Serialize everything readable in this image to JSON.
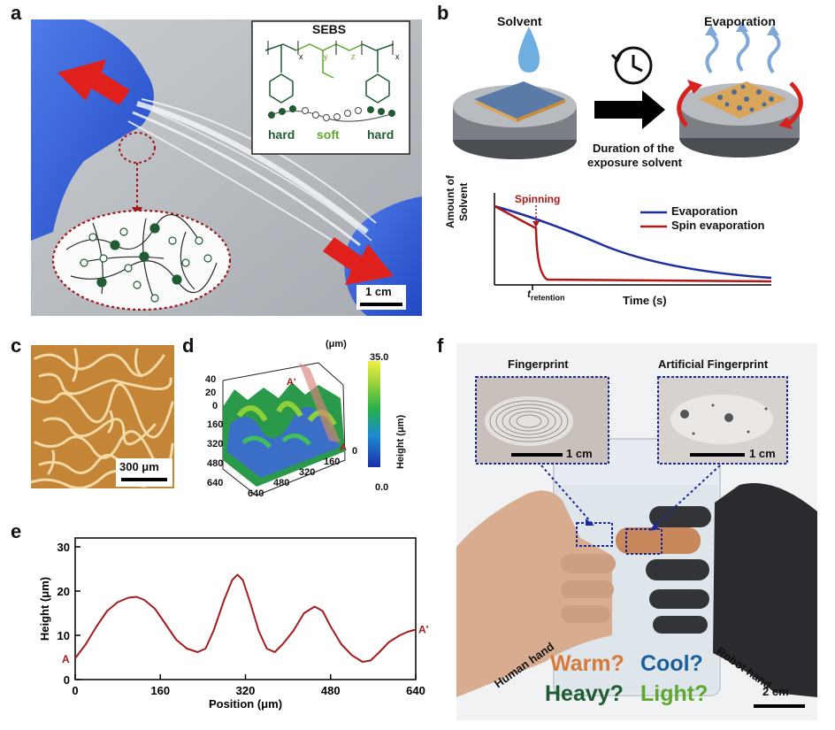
{
  "panels": {
    "a": {
      "letter": "a",
      "polymer_name": "SEBS",
      "hard_label_1": "hard",
      "soft_label": "soft",
      "hard_label_2": "hard",
      "subscripts": [
        "x",
        "y",
        "z",
        "x"
      ],
      "scale_bar": "1 cm"
    },
    "b": {
      "letter": "b",
      "solvent_label": "Solvent",
      "evaporation_label": "Evaporation",
      "duration_line_1": "Duration of the",
      "duration_line_2": "exposure solvent",
      "spinning_label": "Spinning",
      "ylabel_line_1": "Amount of",
      "ylabel_line_2": "Solvent",
      "xlabel": "Time (s)",
      "t_main": "t",
      "t_sub": "retention",
      "legend": [
        "Evaporation",
        "Spin evaporation"
      ]
    },
    "c": {
      "letter": "c",
      "scale_bar": "300 μm"
    },
    "d": {
      "letter": "d",
      "unit": "(μm)",
      "colorbar_max": "35.0",
      "colorbar_min": "0.0",
      "colorbar_label": "Height (μm)",
      "z_ticks": [
        "40",
        "20",
        "0"
      ],
      "x_ticks": [
        "640",
        "480",
        "320",
        "160",
        "0"
      ],
      "y_ticks": [
        "160",
        "320",
        "480",
        "640"
      ],
      "marker_a": "A",
      "marker_a_prime": "A'"
    },
    "e": {
      "letter": "e",
      "marker_a": "A",
      "marker_a_prime": "A'"
    },
    "f": {
      "letter": "f",
      "fingerprint_label": "Fingerprint",
      "artificial_label": "Artificial Fingerprint",
      "scale_bar_left": "1 cm",
      "scale_bar_right": "1 cm",
      "human_hand": "Human hand",
      "robot_hand": "Robot hand",
      "warm": "Warm?",
      "cool": "Cool?",
      "heavy": "Heavy?",
      "light": "Light?",
      "scale_bar_main": "2 cm"
    }
  },
  "colors": {
    "glove_blue": "#2d5fd8",
    "arrow_red": "#e0201c",
    "dotted_red": "#a01515",
    "hard_green": "#1f5c32",
    "soft_green": "#5fa82f",
    "evap_blue": "#1f2fa0",
    "spin_red": "#b01818",
    "profile_red": "#a51c1c",
    "warm_orange": "#d77a3a",
    "cool_blue": "#1c5f9a"
  },
  "chart_data": {
    "type": "line",
    "title": "",
    "xlabel": "Position (μm)",
    "ylabel": "Height (μm)",
    "xlim": [
      0,
      640
    ],
    "ylim": [
      0,
      32
    ],
    "x_ticks": [
      0,
      160,
      320,
      480,
      640
    ],
    "y_ticks": [
      0,
      10,
      20,
      30
    ],
    "series": [
      {
        "x": [
          0,
          20,
          40,
          60,
          80,
          100,
          115,
          130,
          150,
          170,
          190,
          210,
          230,
          245,
          260,
          280,
          295,
          305,
          315,
          330,
          345,
          360,
          375,
          390,
          410,
          430,
          450,
          465,
          480,
          500,
          520,
          540,
          555,
          570,
          590,
          610,
          625,
          640
        ],
        "y": [
          4.8,
          8,
          12,
          15.5,
          17.5,
          18.5,
          18.7,
          18,
          16,
          12.5,
          9,
          7,
          6.2,
          7,
          11,
          18,
          22.5,
          23.7,
          22.5,
          17,
          11,
          7,
          6.2,
          8,
          11,
          15,
          16.5,
          15.5,
          12,
          8,
          5.5,
          4,
          4.3,
          6,
          8.5,
          10,
          10.8,
          11.3
        ]
      }
    ]
  }
}
